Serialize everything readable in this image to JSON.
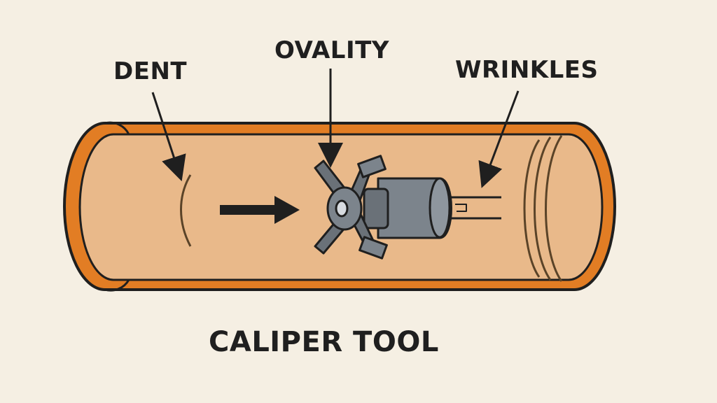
{
  "labels": {
    "dent": "DENT",
    "ovality": "OVALITY",
    "wrinkles": "WRINKLES",
    "caption": "CALIPER TOOL"
  },
  "colors": {
    "background": "#f5efe3",
    "pipe_fill": "#e9b98a",
    "pipe_wall": "#e27d24",
    "outline": "#1f1f1f",
    "tool_body": "#7c848c",
    "tool_dark": "#4a5057"
  },
  "icons": {
    "direction": "arrow-right-icon",
    "tool": "caliper-tool-icon"
  }
}
